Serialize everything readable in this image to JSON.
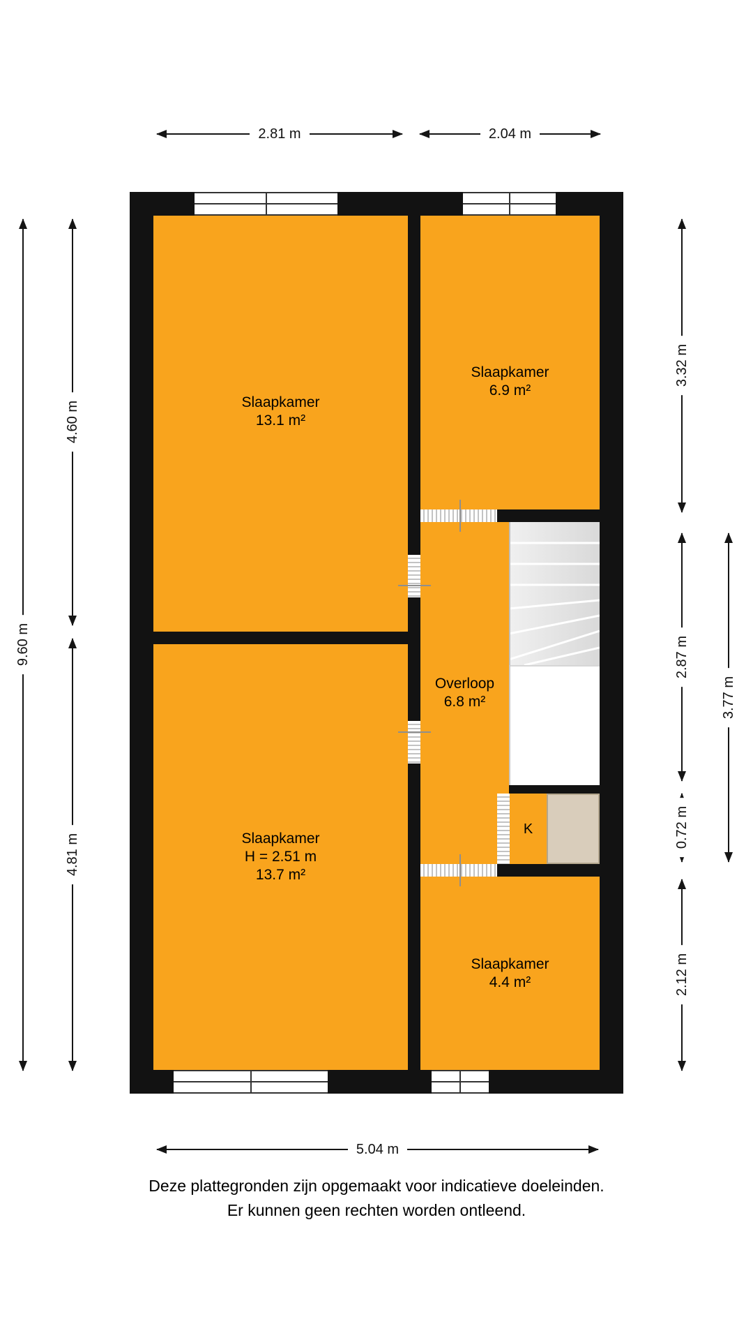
{
  "colors": {
    "room": "#F9A41D",
    "wall": "#121212",
    "closet": "#D9CDBB",
    "stairs": "#E8E8E8"
  },
  "rooms": {
    "bedroom_top_left": {
      "name": "Slaapkamer",
      "area": "13.1 m²"
    },
    "bedroom_top_right": {
      "name": "Slaapkamer",
      "area": "6.9 m²"
    },
    "landing": {
      "name": "Overloop",
      "area": "6.8 m²"
    },
    "bedroom_bottom_left": {
      "name": "Slaapkamer",
      "ceiling_height": "H = 2.51 m",
      "area": "13.7 m²"
    },
    "bedroom_bottom_right": {
      "name": "Slaapkamer",
      "area": "4.4 m²"
    },
    "closet": {
      "label": "K"
    }
  },
  "dimensions": {
    "top_left_width": "2.81 m",
    "top_right_width": "2.04 m",
    "left_total_height": "9.60 m",
    "left_upper_height": "4.60 m",
    "left_lower_height": "4.81 m",
    "right_upper_height": "3.32 m",
    "right_middle_height": "2.87 m",
    "right_outer_height": "3.77 m",
    "right_closet_height": "0.72 m",
    "right_lower_height": "2.12 m",
    "bottom_width": "5.04 m"
  },
  "disclaimer": {
    "line1": "Deze plattegronden zijn opgemaakt voor indicatieve doeleinden.",
    "line2": "Er kunnen geen rechten worden ontleend."
  }
}
